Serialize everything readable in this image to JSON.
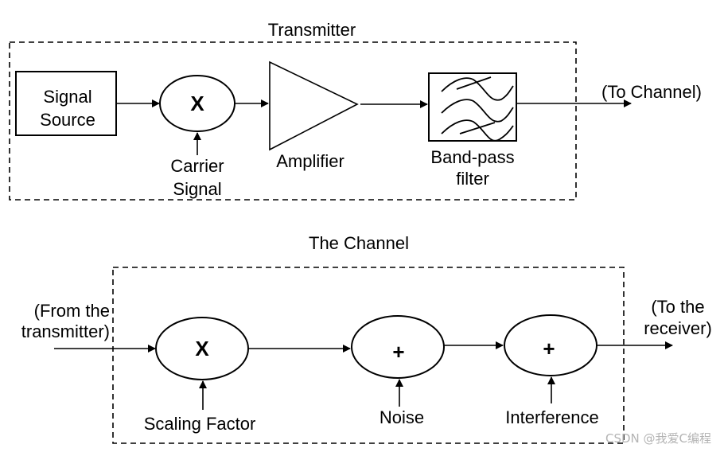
{
  "transmitter": {
    "title": "Transmitter",
    "signal_source": [
      "Signal",
      "Source"
    ],
    "mixer_symbol": "X",
    "carrier": [
      "Carrier",
      "Signal"
    ],
    "amplifier": "Amplifier",
    "bandpass": [
      "Band-pass",
      "filter"
    ],
    "output": "(To Channel)"
  },
  "channel": {
    "title": "The Channel",
    "input": [
      "(From the",
      "transmitter)"
    ],
    "scaler_symbol": "X",
    "scaling_factor": "Scaling Factor",
    "noise_symbol": "+",
    "noise": "Noise",
    "interference_symbol": "+",
    "interference": "Interference",
    "output": [
      "(To the",
      "receiver)"
    ]
  },
  "watermark": "CSDN @我爱C编程"
}
